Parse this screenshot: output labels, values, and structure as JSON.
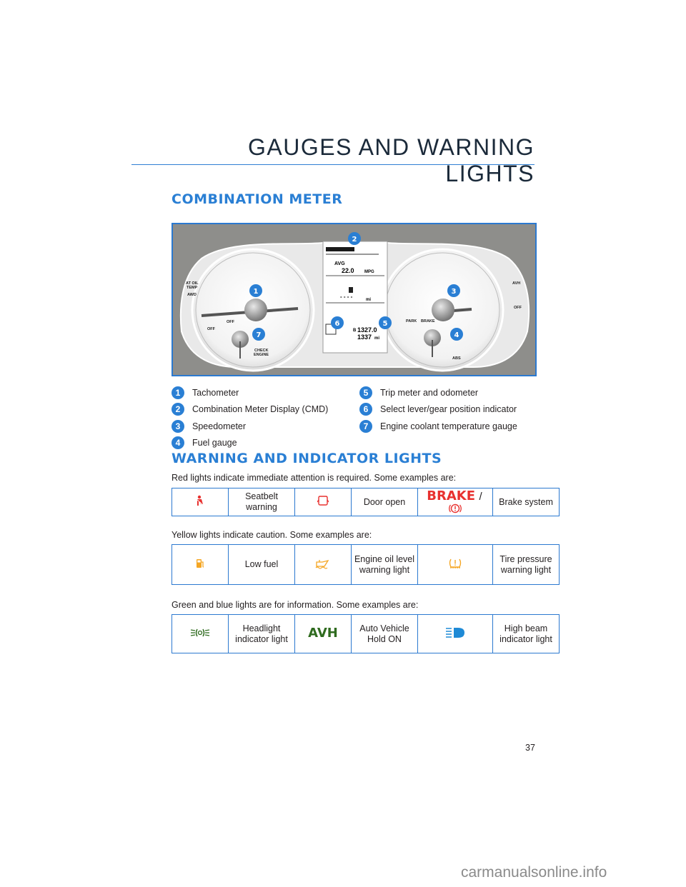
{
  "header": {
    "title": "GAUGES AND WARNING LIGHTS"
  },
  "combination": {
    "title": "COMBINATION METER",
    "figure": {
      "callouts": [
        "1",
        "2",
        "3",
        "4",
        "5",
        "6",
        "7"
      ],
      "left_labels": [
        "AT OIL\nTEMP",
        "AWD",
        "OFF",
        "OFF",
        "CHECK\nENGINE"
      ],
      "right_labels": [
        "AVH",
        "OFF",
        "PARK",
        "BRAKE",
        "ABS"
      ],
      "display": {
        "avg": "AVG",
        "mpg_value": "22.0",
        "mpg_unit": "MPG",
        "dashes": "- - - -",
        "mi": "mi",
        "trip": "1327.0",
        "odo": "1337",
        "odo_unit": "mi",
        "trip_letter": "B"
      }
    },
    "legend_left": [
      {
        "n": "1",
        "label": "Tachometer"
      },
      {
        "n": "2",
        "label": "Combination Meter Display (CMD)"
      },
      {
        "n": "3",
        "label": "Speedometer"
      },
      {
        "n": "4",
        "label": "Fuel gauge"
      }
    ],
    "legend_right": [
      {
        "n": "5",
        "label": "Trip meter and odometer"
      },
      {
        "n": "6",
        "label": "Select lever/gear position indicator"
      },
      {
        "n": "7",
        "label": "Engine coolant temperature gauge"
      }
    ]
  },
  "warning": {
    "title": "WARNING AND INDICATOR LIGHTS",
    "red_intro": "Red lights indicate immediate attention is required. Some examples are:",
    "red": [
      {
        "icon": "seatbelt-icon",
        "label": "Seatbelt warning"
      },
      {
        "icon": "door-open-icon",
        "label": "Door open"
      },
      {
        "icon": "brake-icon",
        "brake_text": "BRAKE",
        "slash": "/",
        "label": "Brake system"
      }
    ],
    "yellow_intro": "Yellow lights indicate caution. Some examples are:",
    "yellow": [
      {
        "icon": "fuel-pump-icon",
        "label": "Low fuel"
      },
      {
        "icon": "oil-can-icon",
        "label": "Engine oil level warning light"
      },
      {
        "icon": "tire-pressure-icon",
        "label": "Tire pressure warning light"
      }
    ],
    "green_intro": "Green and blue lights are for information. Some examples are:",
    "green": [
      {
        "icon": "headlight-icon",
        "label": "Headlight indicator light"
      },
      {
        "icon": "avh-icon",
        "avh_text": "AVH",
        "label": "Auto Vehicle Hold ON"
      },
      {
        "icon": "high-beam-icon",
        "label": "High beam indicator light"
      }
    ]
  },
  "colors": {
    "accent": "#2a7fd4",
    "red": "#e8312f",
    "yellow": "#f5a623",
    "green": "#2f6b1f",
    "blue": "#1e8ad6"
  },
  "page_number": "37",
  "watermark": "carmanualsonline.info"
}
